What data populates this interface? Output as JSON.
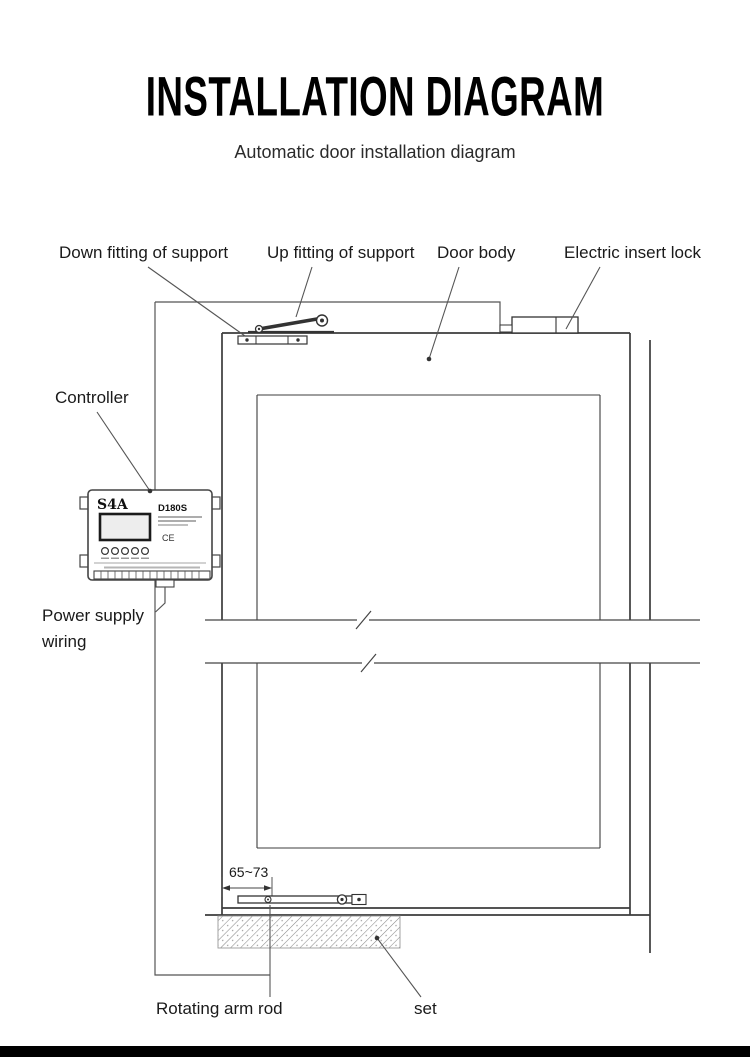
{
  "page": {
    "title": "INSTALLATION DIAGRAM",
    "subtitle": "Automatic door installation diagram"
  },
  "diagram": {
    "labels": {
      "down_fitting": "Down fitting of support",
      "up_fitting": "Up fitting of support",
      "door_body": "Door body",
      "electric_lock": "Electric insert lock",
      "controller": "Controller",
      "power_supply": "Power supply wiring",
      "dimension": "65~73",
      "rotating_arm": "Rotating arm rod",
      "set": "set"
    },
    "device": {
      "brand": "S4A",
      "model": "D180S",
      "ce_mark": "CE"
    },
    "colors": {
      "line": "#3c3c3c",
      "leader": "#555555",
      "text": "#1a1a1a",
      "footer": "#000000"
    }
  }
}
